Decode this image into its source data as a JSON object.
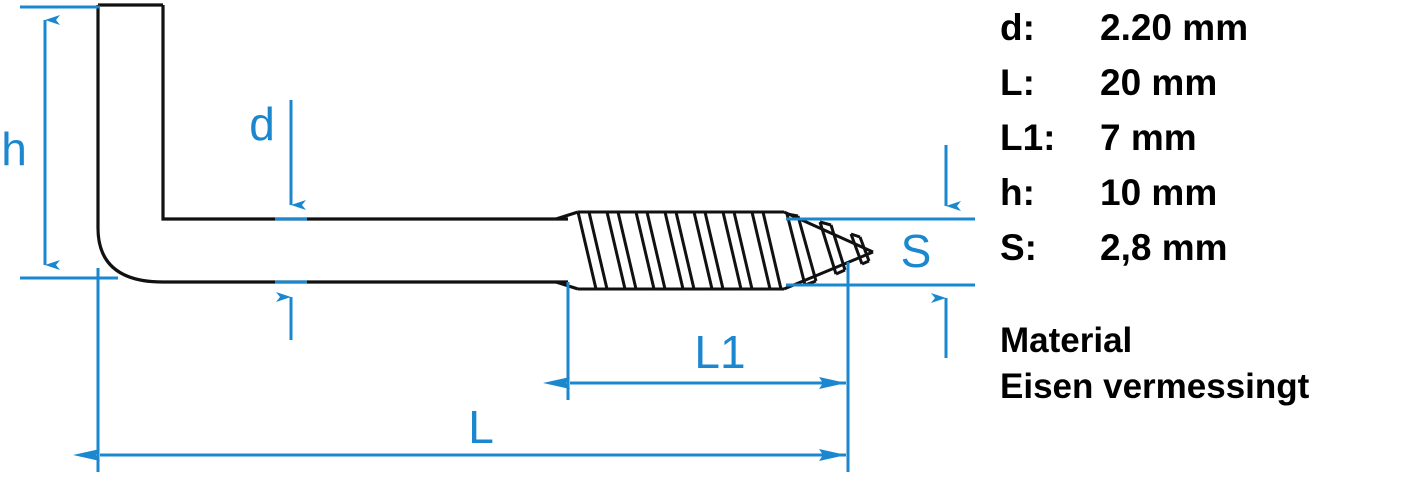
{
  "diagram": {
    "title": "screw-hook-technical-drawing",
    "colors": {
      "dimension_blue": "#1a87cf",
      "outline_black": "#000000",
      "background": "#ffffff"
    },
    "dimension_labels": {
      "h": "h",
      "d": "d",
      "L": "L",
      "L1": "L1",
      "S": "S"
    }
  },
  "specs": {
    "rows": [
      {
        "key": "d:",
        "value": "2.20 mm"
      },
      {
        "key": "L:",
        "value": "20 mm"
      },
      {
        "key": "L1:",
        "value": "7 mm"
      },
      {
        "key": "h:",
        "value": "10 mm"
      },
      {
        "key": "S:",
        "value": "2,8 mm"
      }
    ]
  },
  "material": {
    "heading": "Material",
    "value": "Eisen vermessingt"
  }
}
